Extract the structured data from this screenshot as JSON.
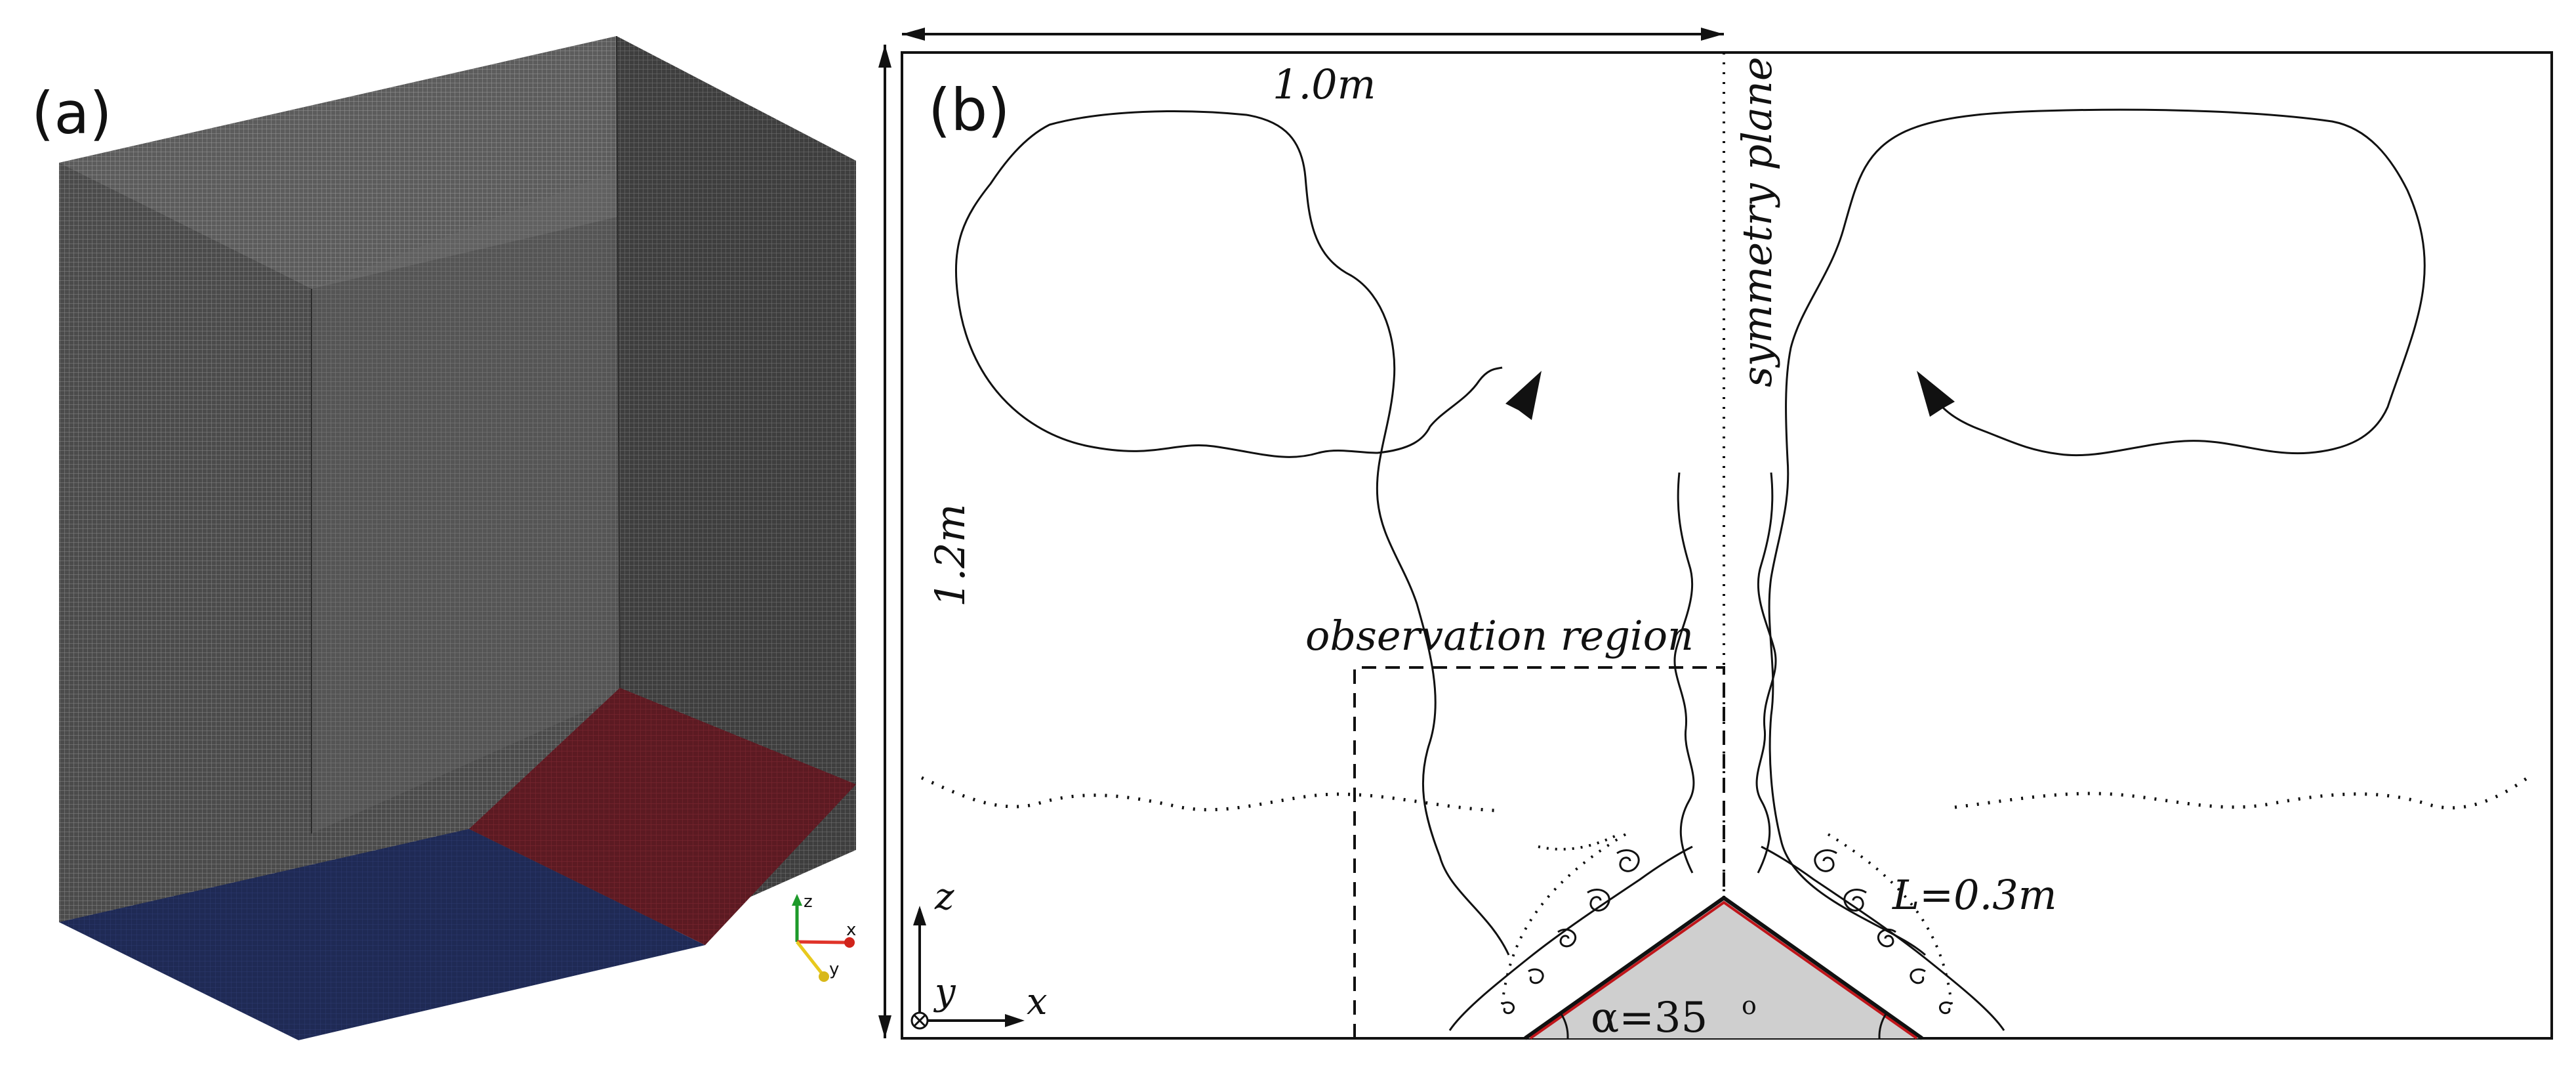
{
  "panel_a": {
    "label": "(a)",
    "colors": {
      "mesh": "#4a4a4a",
      "bottom_face": "#1f2a55",
      "slope_face": "#5c1a22"
    },
    "triad": {
      "z": "z",
      "x": "x",
      "y": "y"
    }
  },
  "panel_b": {
    "label": "(b)",
    "width_dim": "1.0m",
    "height_dim": "1.2m",
    "symmetry_label": "symmetry plane",
    "observation_label": "observation region",
    "length_label": "L=0.3m",
    "angle_label": "α=35",
    "angle_unit": "o",
    "axis_z": "z",
    "axis_y": "y",
    "axis_x": "x",
    "colors": {
      "wedge_fill": "#cfcfcf",
      "wedge_edge": "#c0161b"
    }
  }
}
